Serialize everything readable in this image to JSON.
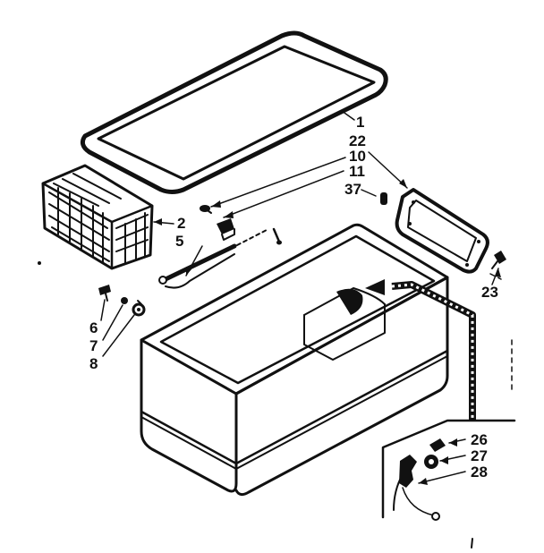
{
  "diagram": {
    "callouts": {
      "c1": "1",
      "c2": "2",
      "c5": "5",
      "c6": "6",
      "c7": "7",
      "c8": "8",
      "c10": "10",
      "c11": "11",
      "c22": "22",
      "c23": "23",
      "c26": "26",
      "c27": "27",
      "c28": "28",
      "c37": "37"
    },
    "colors": {
      "ink": "#111111",
      "paper": "#ffffff"
    }
  }
}
